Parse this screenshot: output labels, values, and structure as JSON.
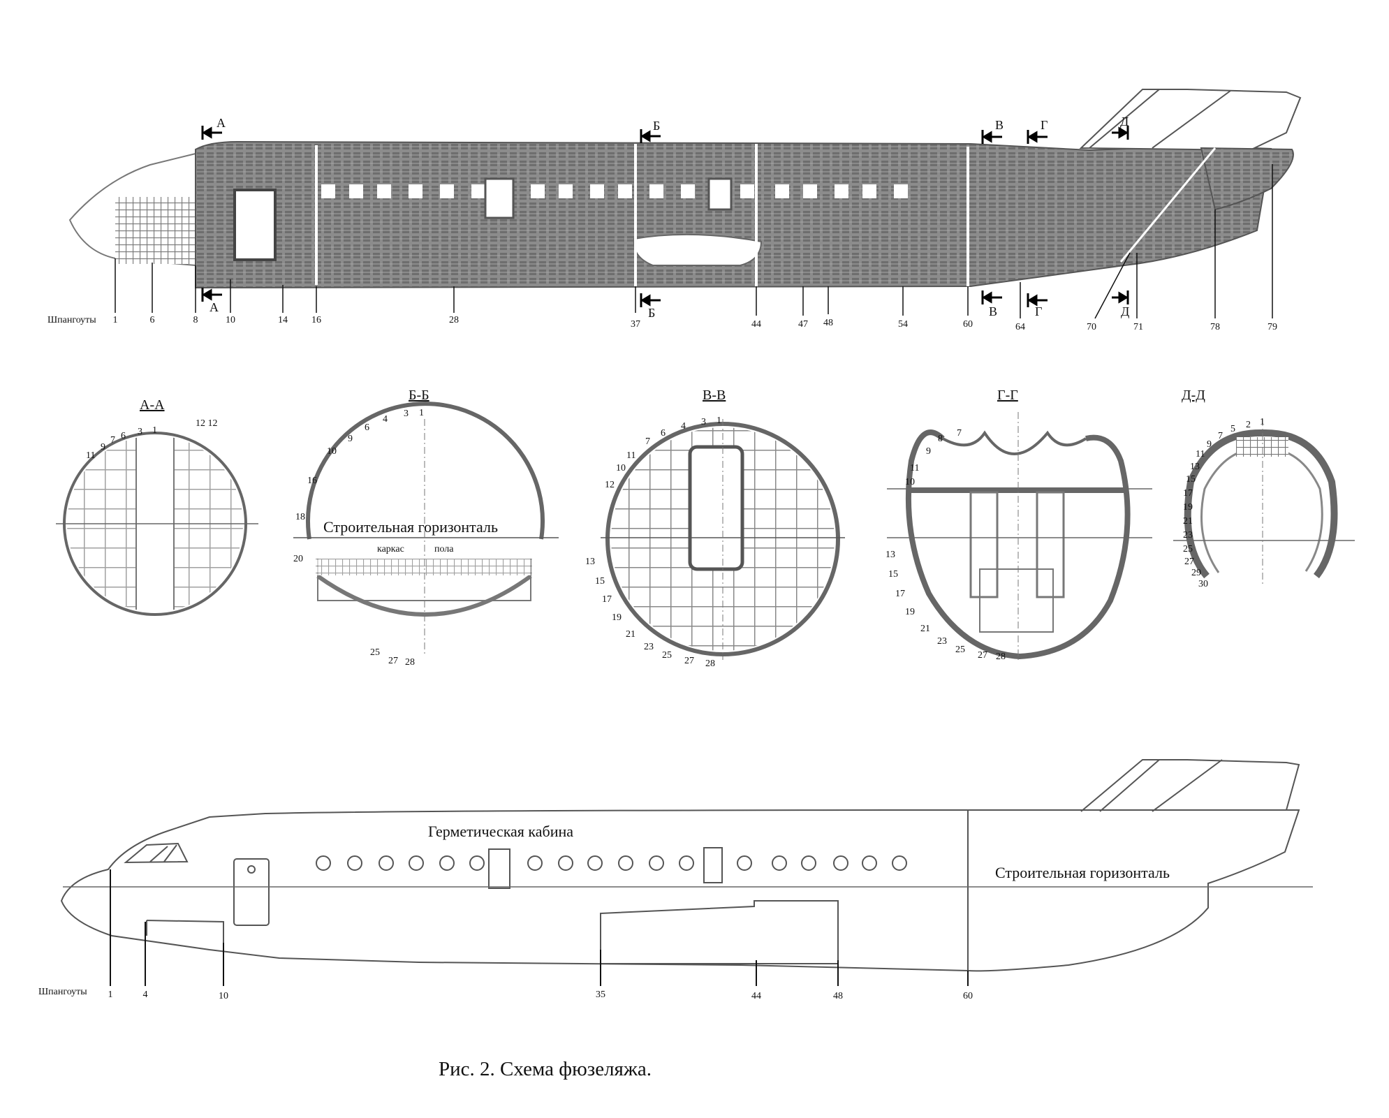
{
  "top_view": {
    "frames_label": "Шпангоуты",
    "frames": [
      "1",
      "6",
      "8",
      "10",
      "14",
      "16",
      "28",
      "37",
      "44",
      "47",
      "48",
      "54",
      "60",
      "64",
      "70",
      "71",
      "78",
      "79"
    ],
    "section_marks_top": [
      "А",
      "Б",
      "В",
      "Г",
      "Д"
    ],
    "section_marks_bottom": [
      "А",
      "Б",
      "В",
      "Г",
      "Д"
    ]
  },
  "sections": [
    {
      "title": "А-А",
      "numbers": [
        "1",
        "3",
        "6",
        "7",
        "9",
        "11"
      ],
      "extra": "12 12"
    },
    {
      "title": "Б-Б",
      "numbers": [
        "1",
        "3",
        "4",
        "6",
        "9",
        "10",
        "16",
        "18",
        "20",
        "25",
        "27",
        "28"
      ],
      "label_main": "Строительная   горизонталь",
      "label_a": "каркас",
      "label_b": "пола"
    },
    {
      "title": "В-В",
      "numbers": [
        "1",
        "3",
        "4",
        "6",
        "7",
        "11",
        "10",
        "12",
        "13",
        "15",
        "17",
        "19",
        "21",
        "23",
        "25",
        "27",
        "28"
      ]
    },
    {
      "title": "Г-Г",
      "numbers": [
        "7",
        "8",
        "9",
        "11",
        "10",
        "13",
        "15",
        "17",
        "19",
        "21",
        "23",
        "25",
        "27",
        "28"
      ]
    },
    {
      "title": "Д-Д",
      "numbers": [
        "1",
        "2",
        "5",
        "7",
        "9",
        "11",
        "13",
        "15",
        "17",
        "19",
        "21",
        "23",
        "25",
        "27",
        "29",
        "30"
      ]
    }
  ],
  "bottom_view": {
    "cabin_label": "Герметическая кабина",
    "horizontal_label": "Строительная горизонталь",
    "frames_label": "Шпангоуты",
    "frames": [
      "1",
      "4",
      "10",
      "35",
      "44",
      "48",
      "60"
    ]
  },
  "caption": "Рис. 2.  Схема фюзеляжа."
}
